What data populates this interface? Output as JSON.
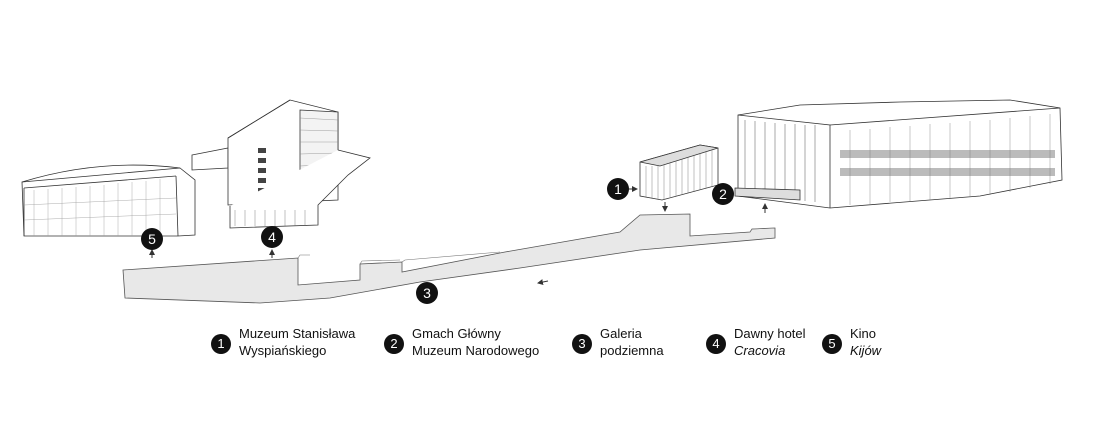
{
  "markers": {
    "m1": "1",
    "m2": "2",
    "m3": "3",
    "m4": "4",
    "m5": "5"
  },
  "legend": [
    {
      "number": "1",
      "line1": "Muzeum Stanisława",
      "line2": "Wyspiańskiego"
    },
    {
      "number": "2",
      "line1": "Gmach Główny",
      "line2": "Muzeum Narodowego"
    },
    {
      "number": "3",
      "line1": "Galeria",
      "line2": "podziemna"
    },
    {
      "number": "4",
      "line1": "Dawny hotel",
      "line2": "Cracovia"
    },
    {
      "number": "5",
      "line1": "Kino",
      "line2": "Kijów"
    }
  ],
  "colors": {
    "line": "#333333",
    "tunnel_fill": "#e6e6e6",
    "marker": "#111111"
  }
}
